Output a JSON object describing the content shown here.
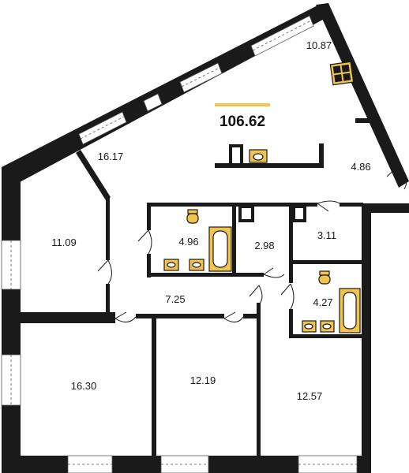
{
  "colors": {
    "wall": "#1a1a1a",
    "accent": "#f2c34f",
    "fixture_fill": "#f2c34f",
    "window_stroke": "#555555",
    "background": "#ffffff"
  },
  "plan": {
    "total_area": "106.62",
    "rooms": [
      {
        "id": "living-room",
        "area": "16.17"
      },
      {
        "id": "loggia",
        "area": "10.87"
      },
      {
        "id": "balcony-corner",
        "area": "4.86"
      },
      {
        "id": "bedroom-northwest",
        "area": "11.09"
      },
      {
        "id": "bathroom-main",
        "area": "4.96"
      },
      {
        "id": "toilet",
        "area": "2.98"
      },
      {
        "id": "closet",
        "area": "3.11"
      },
      {
        "id": "bathroom-small",
        "area": "4.27"
      },
      {
        "id": "hallway",
        "area": "7.25"
      },
      {
        "id": "bedroom-southwest",
        "area": "16.30"
      },
      {
        "id": "bedroom-south",
        "area": "12.19"
      },
      {
        "id": "bedroom-southeast",
        "area": "12.57"
      }
    ]
  },
  "icons": {
    "window": "window-grid-icon",
    "sink": "sink-icon",
    "toilet": "toilet-icon",
    "bathtub": "bathtub-icon",
    "door": "door-swing-icon"
  }
}
